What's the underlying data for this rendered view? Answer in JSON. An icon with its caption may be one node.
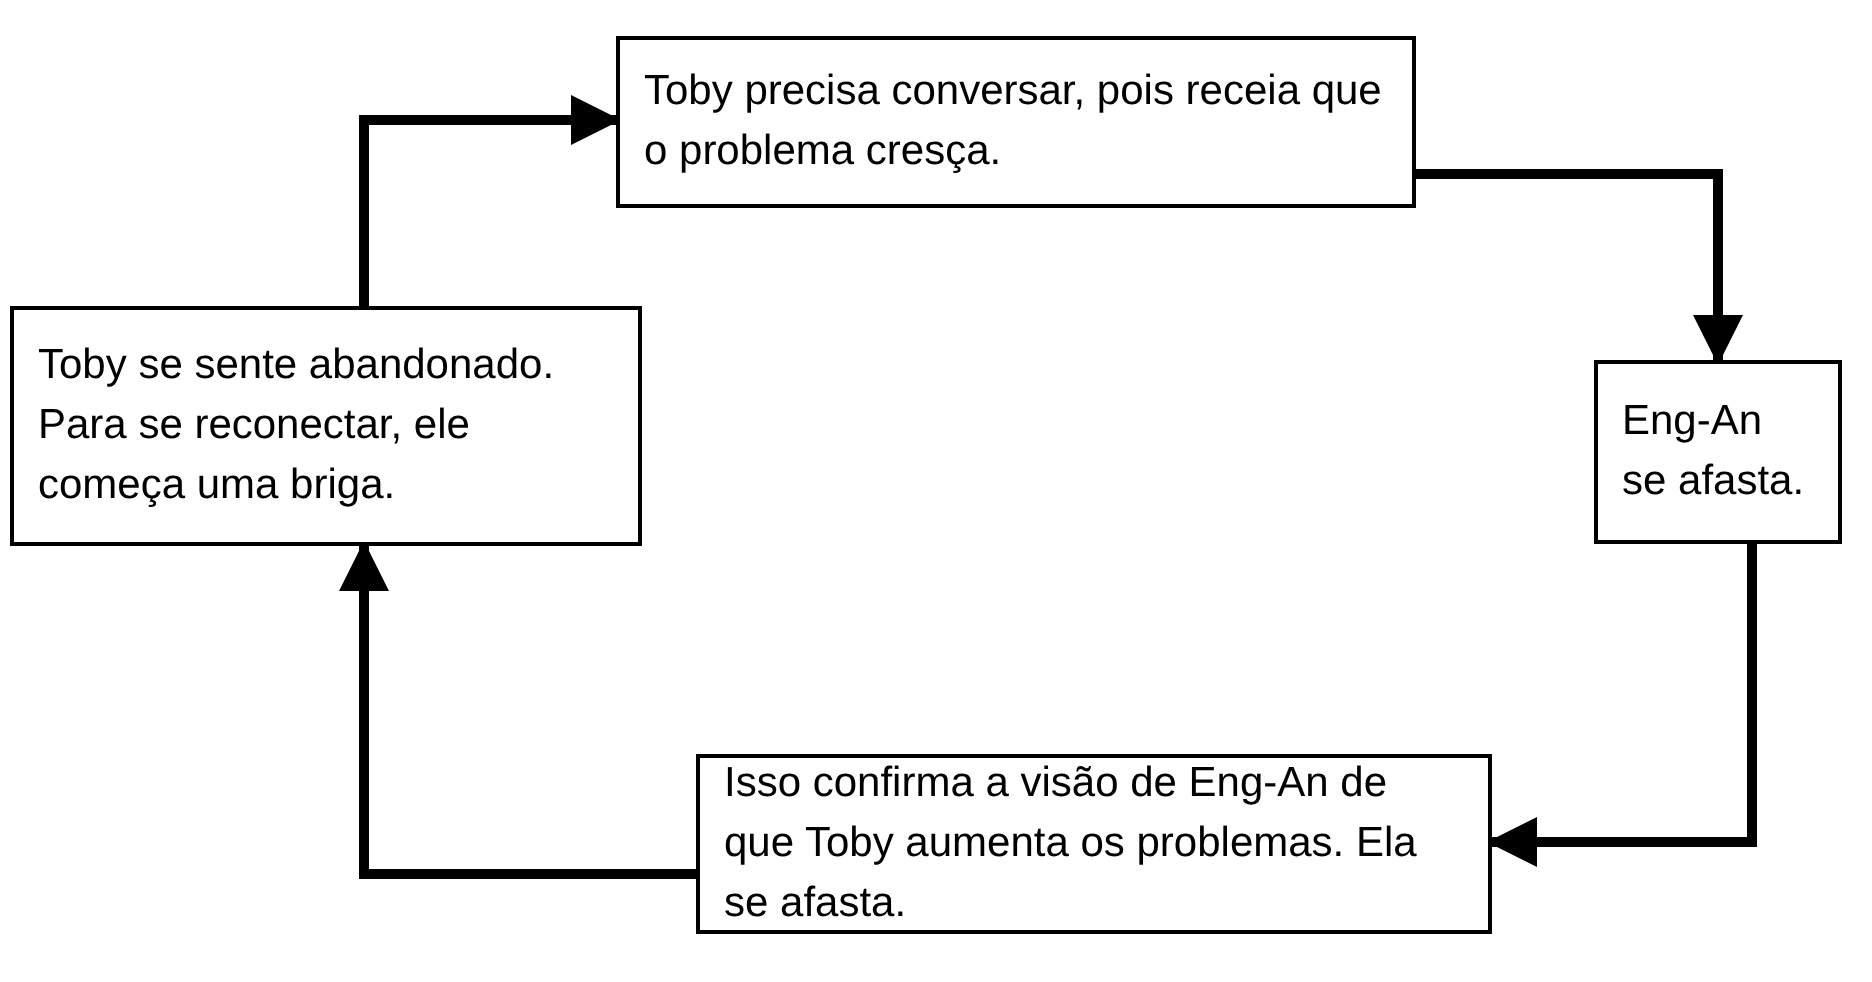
{
  "diagram": {
    "nodes": [
      {
        "text": [
          "Toby precisa conversar, pois receia que o problema cresça."
        ]
      },
      {
        "text": [
          "Eng-An se afasta."
        ]
      },
      {
        "text": [
          "Isso confirma a visão de Eng-An de que Toby aumenta os problemas. Ela se afasta."
        ]
      },
      {
        "text": [
          "Toby se sente abandonado. Para se reconectar, ele começa uma briga."
        ]
      }
    ],
    "edges": [
      {
        "from": 0,
        "to": 1,
        "arrow": "to"
      },
      {
        "from": 1,
        "to": 2,
        "arrow": "to"
      },
      {
        "from": 2,
        "to": 3,
        "arrow": "to"
      },
      {
        "from": 3,
        "to": 0,
        "arrow": "to"
      }
    ]
  }
}
